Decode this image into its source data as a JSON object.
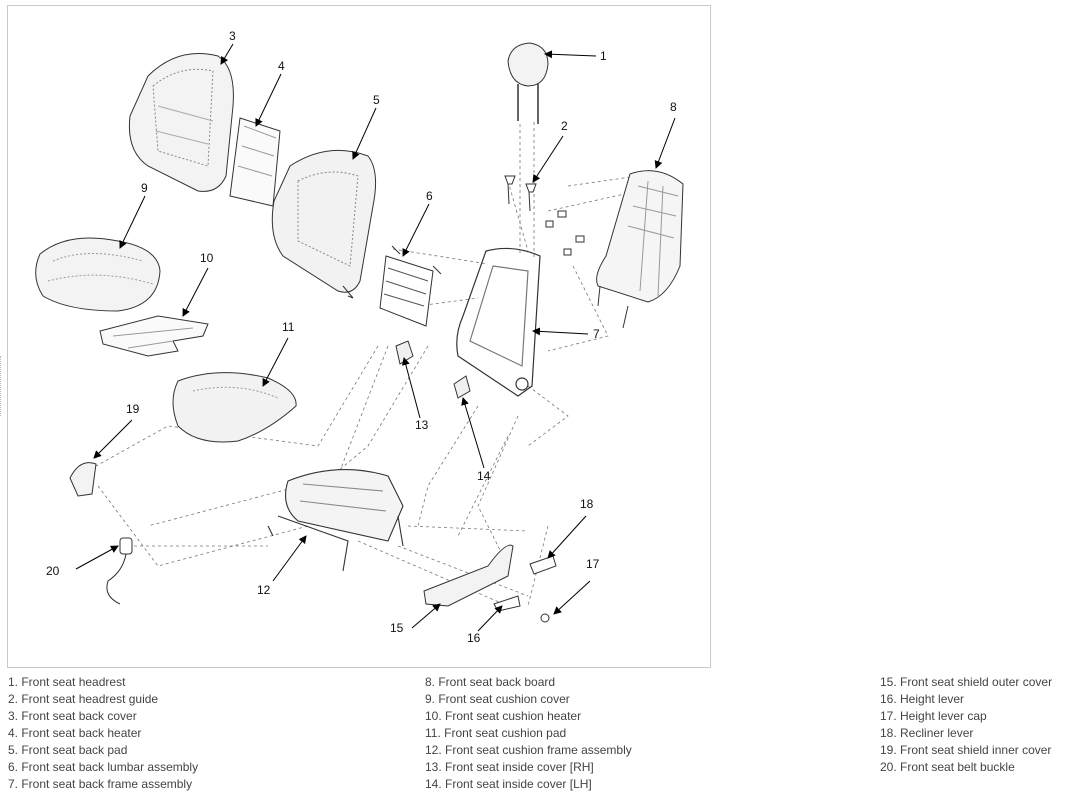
{
  "legend": {
    "col1": [
      "1. Front seat headrest",
      "2. Front seat headrest guide",
      "3. Front seat back cover",
      "4. Front seat back heater",
      "5. Front seat back pad",
      "6. Front seat back lumbar assembly",
      "7. Front seat back frame assembly"
    ],
    "col2": [
      "8. Front seat back board",
      "9. Front seat cushion cover",
      "10. Front seat cushion heater",
      "11. Front seat cushion pad",
      "12. Front seat cushion frame assembly",
      "13. Front seat inside cover [RH]",
      "14. Front seat inside cover [LH]"
    ],
    "col3": [
      "15. Front seat shield outer cover",
      "16. Height lever",
      "17. Height lever cap",
      "18. Recliner lever",
      "19. Front seat shield inner cover",
      "20. Front seat belt buckle"
    ]
  },
  "callouts": [
    "1",
    "2",
    "3",
    "4",
    "5",
    "6",
    "7",
    "8",
    "9",
    "10",
    "11",
    "12",
    "13",
    "14",
    "15",
    "16",
    "17",
    "18",
    "19",
    "20"
  ]
}
